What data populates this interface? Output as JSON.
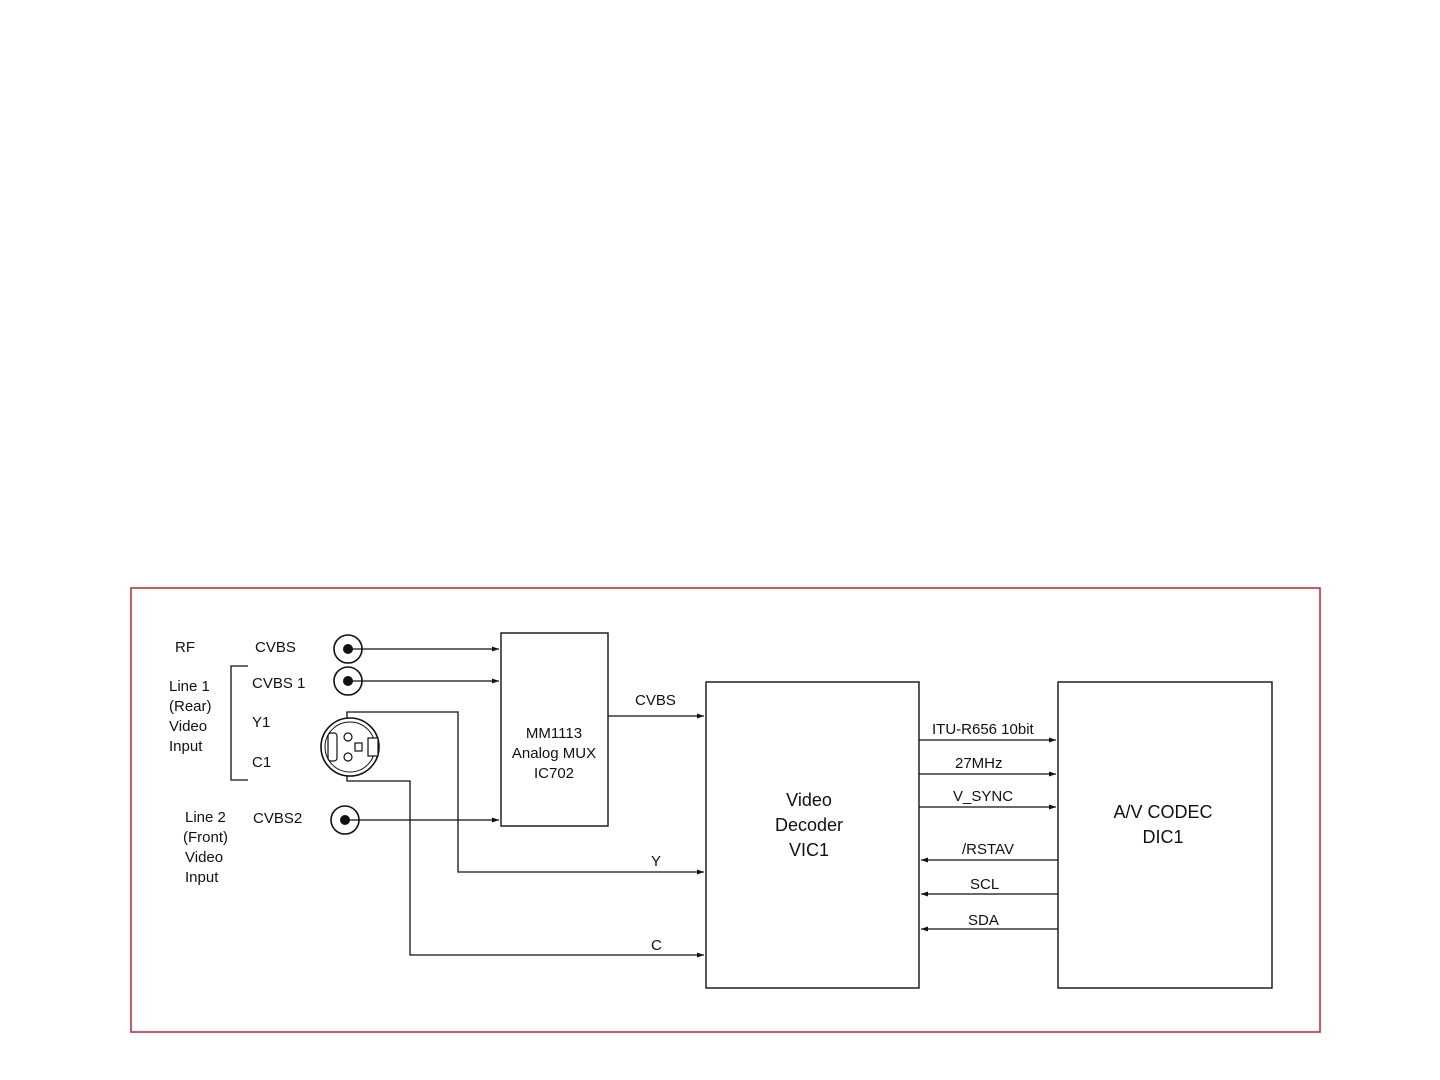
{
  "colors": {
    "frame": "#cc1f2b",
    "ink": "#111111",
    "background": "#ffffff"
  },
  "inputs": {
    "rf_label": "RF",
    "rf_signal": "CVBS",
    "line1_label": [
      "Line 1",
      "(Rear)",
      "Video",
      "Input"
    ],
    "line1_signals": [
      "CVBS 1",
      "Y1",
      "C1"
    ],
    "line2_label": [
      "Line 2",
      "(Front)",
      "Video",
      "Input"
    ],
    "line2_signal": "CVBS2"
  },
  "blocks": {
    "mux": [
      "MM1113",
      "Analog MUX",
      "IC702"
    ],
    "decoder": [
      "Video",
      "Decoder",
      "VIC1"
    ],
    "codec": [
      "A/V CODEC",
      "DIC1"
    ]
  },
  "signals": {
    "mux_out": "CVBS",
    "y": "Y",
    "c": "C",
    "itu": "ITU-R656 10bit",
    "clock": "27MHz",
    "vsync": "V_SYNC",
    "rstav": "/RSTAV",
    "scl": "SCL",
    "sda": "SDA"
  }
}
